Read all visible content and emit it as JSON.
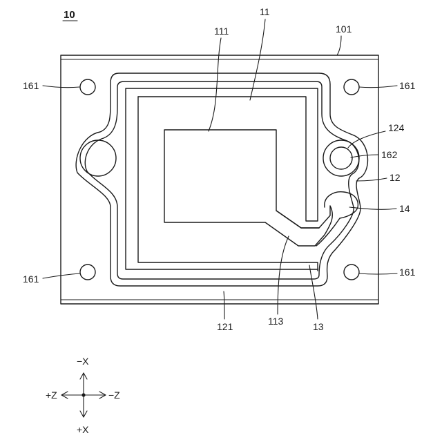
{
  "figure_number": "10",
  "labels": {
    "l101": "101",
    "l11": "11",
    "l111": "111",
    "l161_tl": "161",
    "l161_tr": "161",
    "l161_bl": "161",
    "l161_br": "161",
    "l124": "124",
    "l162": "162",
    "l12": "12",
    "l14": "14",
    "l121": "121",
    "l113": "113",
    "l13": "13"
  },
  "axes": {
    "neg_x": "−X",
    "pos_x": "+X",
    "pos_z": "+Z",
    "neg_z": "−Z"
  },
  "colors": {
    "ink": "#1a1a1a",
    "background": "#ffffff"
  }
}
